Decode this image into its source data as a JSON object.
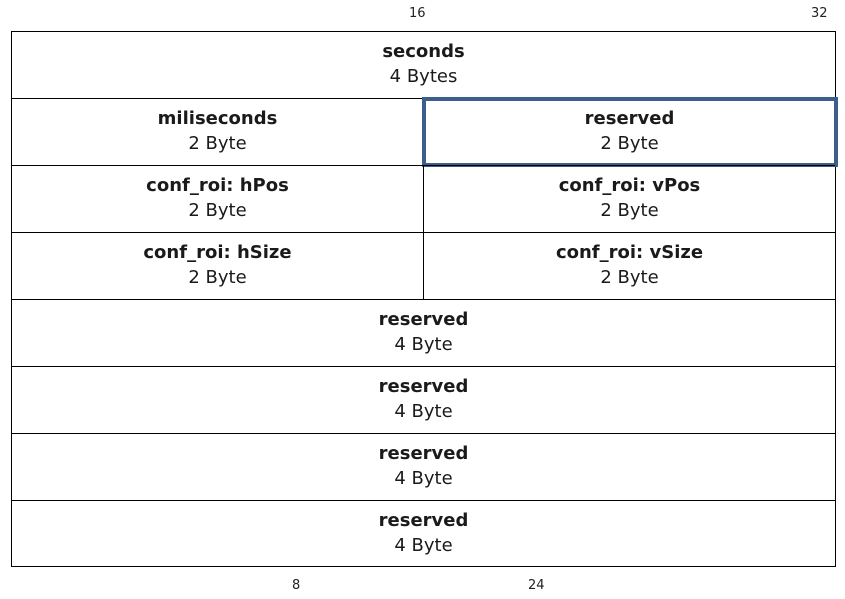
{
  "ticks": {
    "top_mid": "16",
    "top_end": "32",
    "bottom_left": "8",
    "bottom_right": "24"
  },
  "highlight_color": "#3c5e8c",
  "rows": [
    {
      "cells": [
        {
          "name": "seconds",
          "size": "4 Bytes"
        }
      ]
    },
    {
      "cells": [
        {
          "name": "miliseconds",
          "size": "2 Byte"
        },
        {
          "name": "reserved",
          "size": "2 Byte",
          "highlighted": true
        }
      ]
    },
    {
      "cells": [
        {
          "name": "conf_roi: hPos",
          "size": "2 Byte"
        },
        {
          "name": "conf_roi: vPos",
          "size": "2 Byte"
        }
      ]
    },
    {
      "cells": [
        {
          "name": "conf_roi: hSize",
          "size": "2 Byte"
        },
        {
          "name": "conf_roi: vSize",
          "size": "2 Byte"
        }
      ]
    },
    {
      "cells": [
        {
          "name": "reserved",
          "size": "4 Byte"
        }
      ]
    },
    {
      "cells": [
        {
          "name": "reserved",
          "size": "4 Byte"
        }
      ]
    },
    {
      "cells": [
        {
          "name": "reserved",
          "size": "4 Byte"
        }
      ]
    },
    {
      "cells": [
        {
          "name": "reserved",
          "size": "4 Byte"
        }
      ]
    }
  ]
}
